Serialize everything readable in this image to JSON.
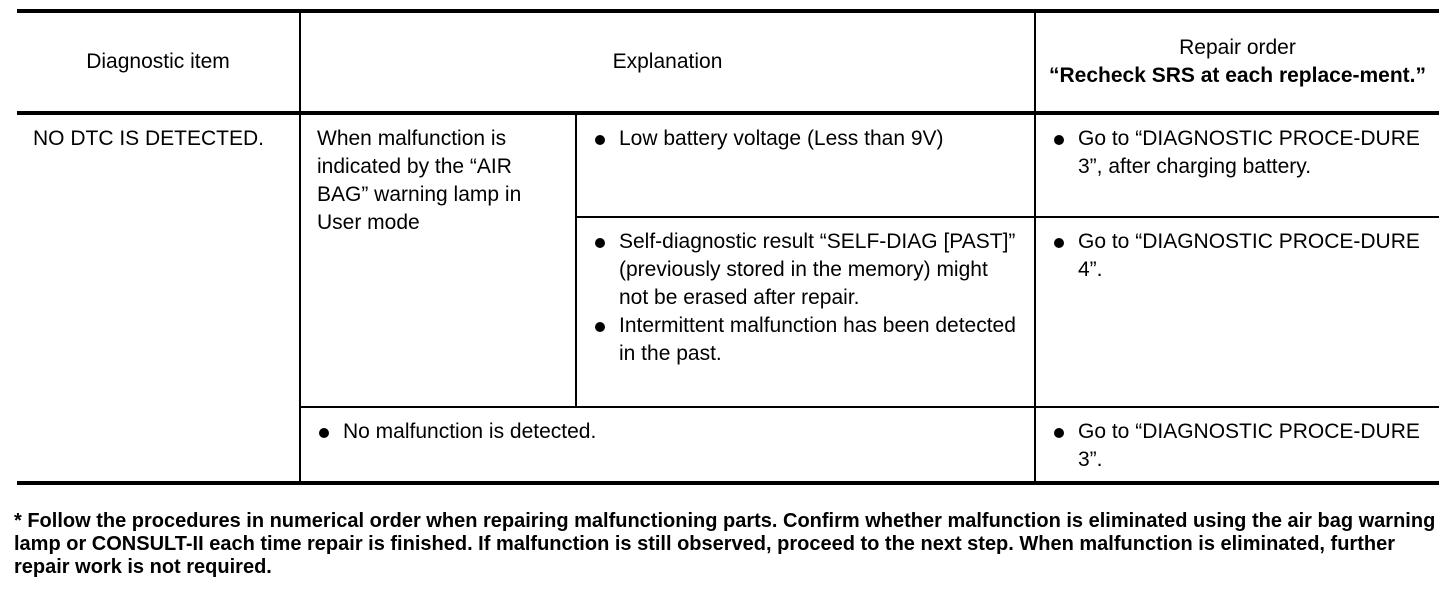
{
  "table": {
    "headers": {
      "diagnostic_item": "Diagnostic item",
      "explanation": "Explanation",
      "repair_order_line1": "Repair order",
      "repair_order_line2": "“Recheck SRS at each replace-ment.”"
    },
    "diagnostic_item": "NO DTC IS DETECTED.",
    "condition": "When malfunction is indicated by the “AIR BAG” warning lamp in User mode",
    "rows": [
      {
        "explanations": [
          "Low battery voltage (Less than 9V)"
        ],
        "repair": "Go to “DIAGNOSTIC PROCE-DURE 3”, after charging battery."
      },
      {
        "explanations": [
          "Self-diagnostic result “SELF-DIAG [PAST]” (previously stored in the memory) might not be erased after repair.",
          "Intermittent malfunction has been detected in the past."
        ],
        "repair": "Go to “DIAGNOSTIC PROCE-DURE 4”."
      },
      {
        "explanations": [
          "No malfunction is detected."
        ],
        "repair": "Go to “DIAGNOSTIC PROCE-DURE 3”."
      }
    ]
  },
  "footnote": "* Follow the procedures in numerical order when repairing malfunctioning parts. Confirm whether malfunction is eliminated using the air bag warning lamp or CONSULT-II each time repair is finished. If malfunction is still observed, proceed to the next step. When malfunction is eliminated, further repair work is not required."
}
